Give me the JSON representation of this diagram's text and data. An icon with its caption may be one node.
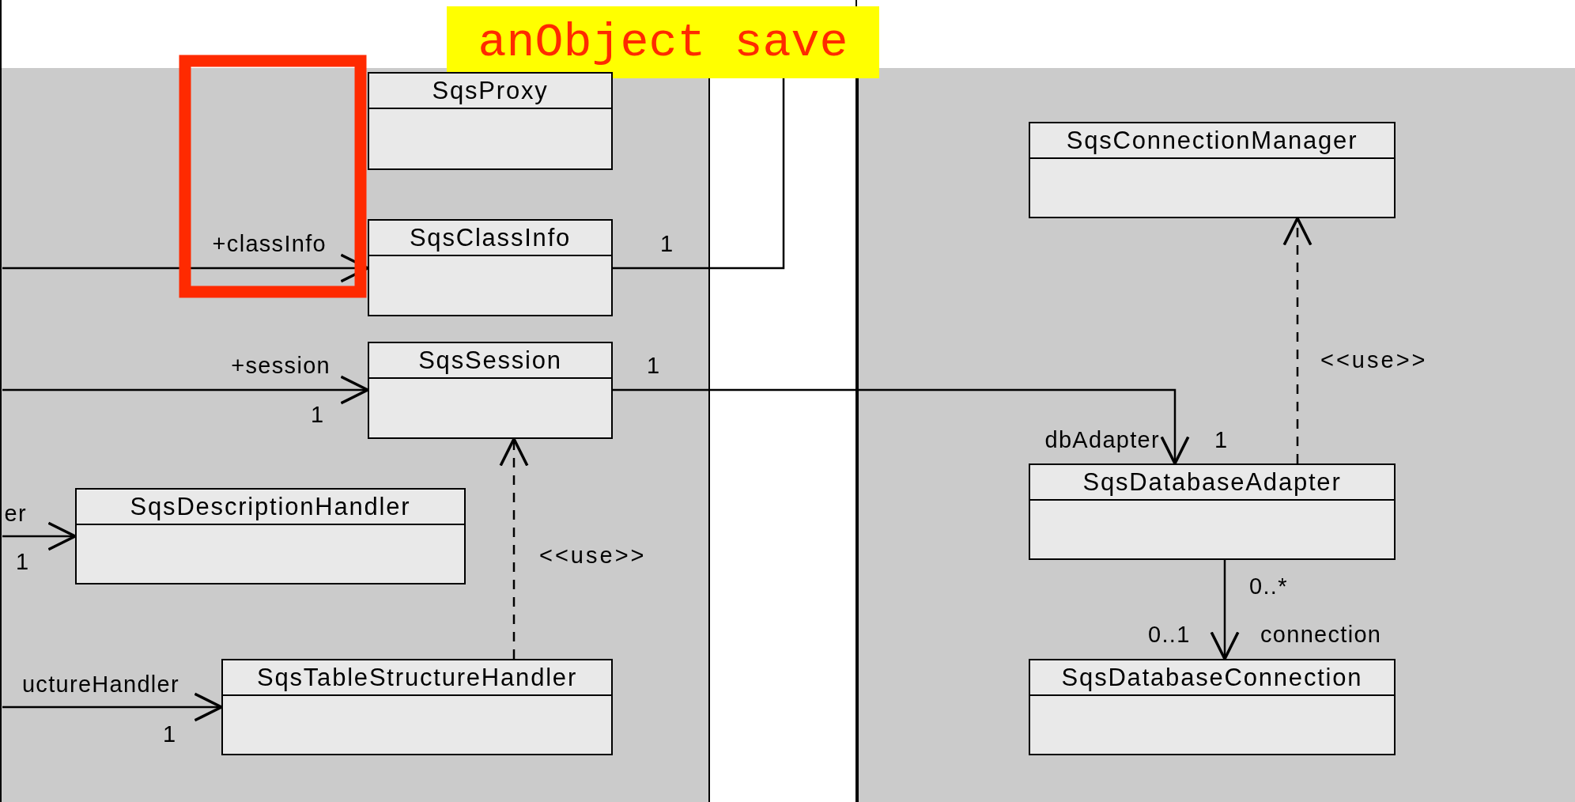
{
  "diagram": {
    "nodes": [
      {
        "text": [
          "anObject save"
        ]
      },
      {
        "text": [
          "SqsProxy"
        ]
      },
      {
        "text": [
          "SqsClassInfo"
        ]
      },
      {
        "text": [
          "SqsSession"
        ]
      },
      {
        "text": [
          "SqsDescriptionHandler"
        ]
      },
      {
        "text": [
          "SqsTableStructureHandler"
        ]
      },
      {
        "text": [
          "SqsConnectionManager"
        ]
      },
      {
        "text": [
          "SqsDatabaseAdapter"
        ]
      },
      {
        "text": [
          "SqsDatabaseConnection"
        ]
      }
    ],
    "edges": [
      {
        "from": null,
        "to": 2,
        "arrow": "to"
      },
      {
        "from": null,
        "to": 3,
        "arrow": "to"
      },
      {
        "from": null,
        "to": 4,
        "arrow": "to"
      },
      {
        "from": null,
        "to": 5,
        "arrow": "to"
      },
      {
        "from": 2,
        "to": 0,
        "arrow": "none"
      },
      {
        "from": 3,
        "to": 7,
        "arrow": "to"
      },
      {
        "from": 5,
        "to": 3,
        "arrow": "to",
        "label": "<<use>>",
        "style": "dashed"
      },
      {
        "from": 7,
        "to": 6,
        "arrow": "to",
        "label": "<<use>>",
        "style": "dashed"
      },
      {
        "from": 7,
        "to": 8,
        "arrow": "to"
      }
    ],
    "labels": [
      "+classInfo",
      "1",
      "+session",
      "1",
      "1",
      "er",
      "1",
      "uctureHandler",
      "1",
      "dbAdapter",
      "1",
      "0..*",
      "0..1",
      "connection"
    ]
  }
}
